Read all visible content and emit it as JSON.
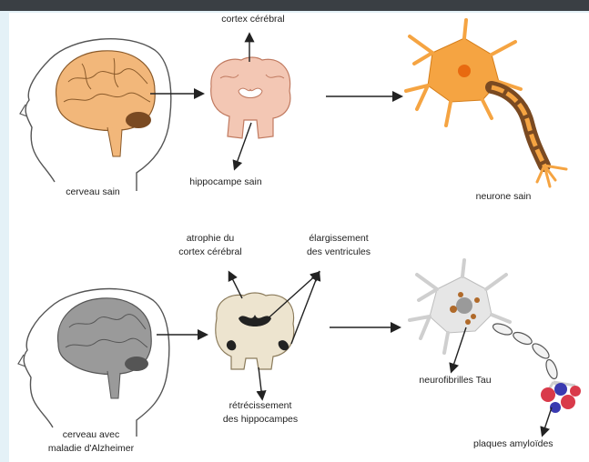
{
  "labels": {
    "cortex_cerebral": "cortex cérébral",
    "cerveau_sain": "cerveau sain",
    "hippocampe_sain": "hippocampe sain",
    "neurone_sain": "neurone sain",
    "atrophie_line1": "atrophie du",
    "atrophie_line2": "cortex cérébral",
    "elargissement_line1": "élargissement",
    "elargissement_line2": "des ventricules",
    "neurofibrilles": "neurofibrilles Tau",
    "retrecissement_line1": "rétrécissement",
    "retrecissement_line2": "des hippocampes",
    "cerveau_alz_line1": "cerveau avec",
    "cerveau_alz_line2": "maladie d'Alzheimer",
    "plaques": "plaques amyloïdes"
  },
  "colors": {
    "healthy_brain": "#f2b77a",
    "healthy_section": "#f3c7b4",
    "healthy_neuron": "#f5a442",
    "myelin": "#7a4a22",
    "diseased_brain": "#9a9a9a",
    "diseased_section": "#ede4cf",
    "diseased_neuron": "#cfcfcf",
    "plaque": "#d93a4a",
    "tau": "#b06a2a"
  }
}
